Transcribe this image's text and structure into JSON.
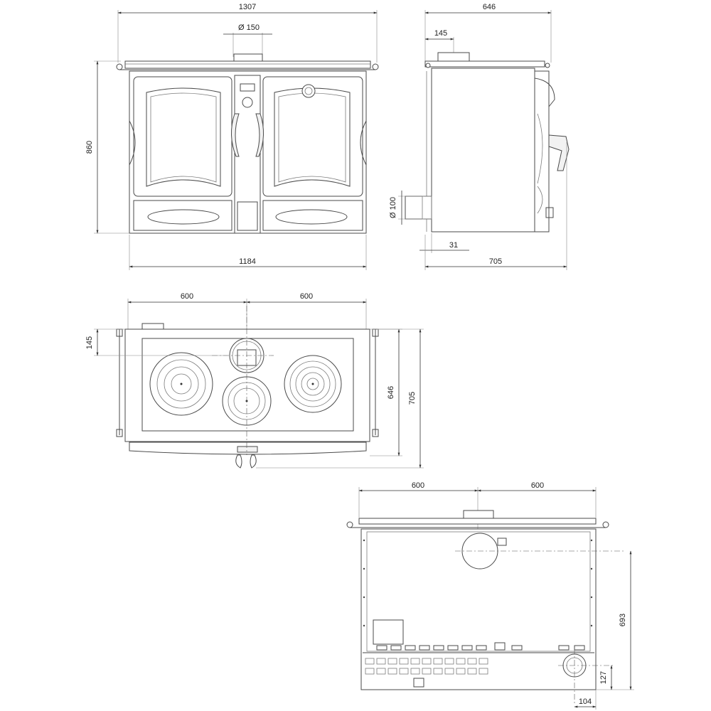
{
  "dimensions": {
    "front_overall_width": "1307",
    "front_flue_diameter": "Ø 150",
    "front_height": "860",
    "front_body_width": "1184",
    "side_depth_top": "646",
    "side_flue_offset": "145",
    "side_pipe_diameter": "Ø 100",
    "side_pipe_offset": "31",
    "side_overall_depth": "705",
    "top_left_width": "600",
    "top_right_width": "600",
    "top_flue_offset": "145",
    "top_depth_inner": "646",
    "top_depth_overall": "705",
    "rear_left_width": "600",
    "rear_right_width": "600",
    "rear_flue_height": "693",
    "rear_pipe_height": "127",
    "rear_pipe_offset": "104"
  }
}
